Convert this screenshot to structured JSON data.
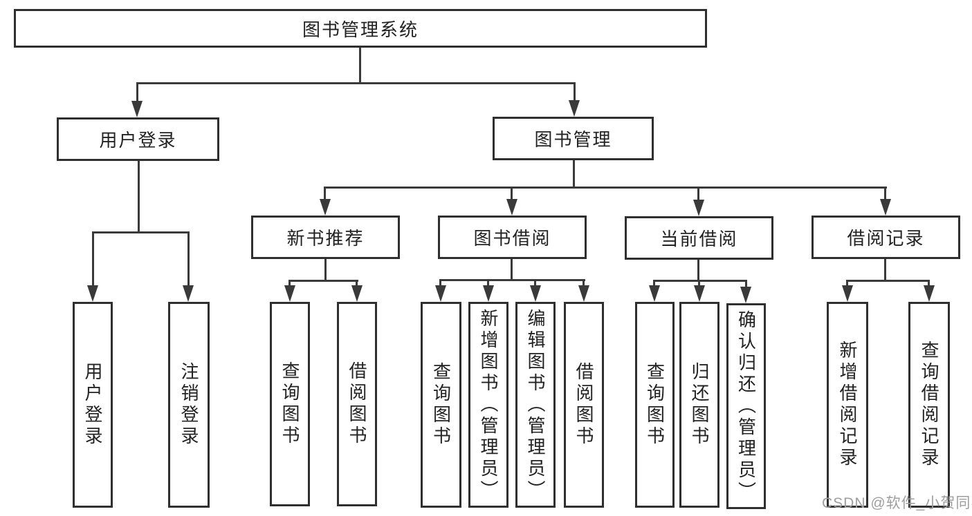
{
  "background": "#ffffff",
  "colors": {
    "line": "#3a3a3a",
    "box_border": "#2f2f2f",
    "text": "#222222",
    "watermark": "#9e9e9e",
    "background": "#ffffff"
  },
  "root": {
    "label": "图书管理系统"
  },
  "level2": [
    {
      "label": "用户登录",
      "parent": "图书管理系统"
    },
    {
      "label": "图书管理",
      "parent": "图书管理系统"
    }
  ],
  "level3": [
    {
      "label": "新书推荐",
      "parent": "图书管理"
    },
    {
      "label": "图书借阅",
      "parent": "图书管理"
    },
    {
      "label": "当前借阅",
      "parent": "图书管理"
    },
    {
      "label": "借阅记录",
      "parent": "图书管理"
    }
  ],
  "leaves": [
    {
      "label": "用户登录",
      "parent": "用户登录"
    },
    {
      "label": "注销登录",
      "parent": "用户登录"
    },
    {
      "label": "查询图书",
      "parent": "新书推荐"
    },
    {
      "label": "借阅图书",
      "parent": "新书推荐"
    },
    {
      "label": "查询图书",
      "parent": "图书借阅"
    },
    {
      "label": "新增图书（管理员）",
      "parent": "图书借阅"
    },
    {
      "label": "编辑图书（管理员）",
      "parent": "图书借阅"
    },
    {
      "label": "借阅图书",
      "parent": "图书借阅"
    },
    {
      "label": "查询图书",
      "parent": "当前借阅"
    },
    {
      "label": "归还图书",
      "parent": "当前借阅"
    },
    {
      "label": "确认归还（管理员）",
      "parent": "当前借阅"
    },
    {
      "label": "新增借阅记录",
      "parent": "借阅记录"
    },
    {
      "label": "查询借阅记录",
      "parent": "借阅记录"
    }
  ],
  "watermark": "CSDN @软件_小贺同学"
}
